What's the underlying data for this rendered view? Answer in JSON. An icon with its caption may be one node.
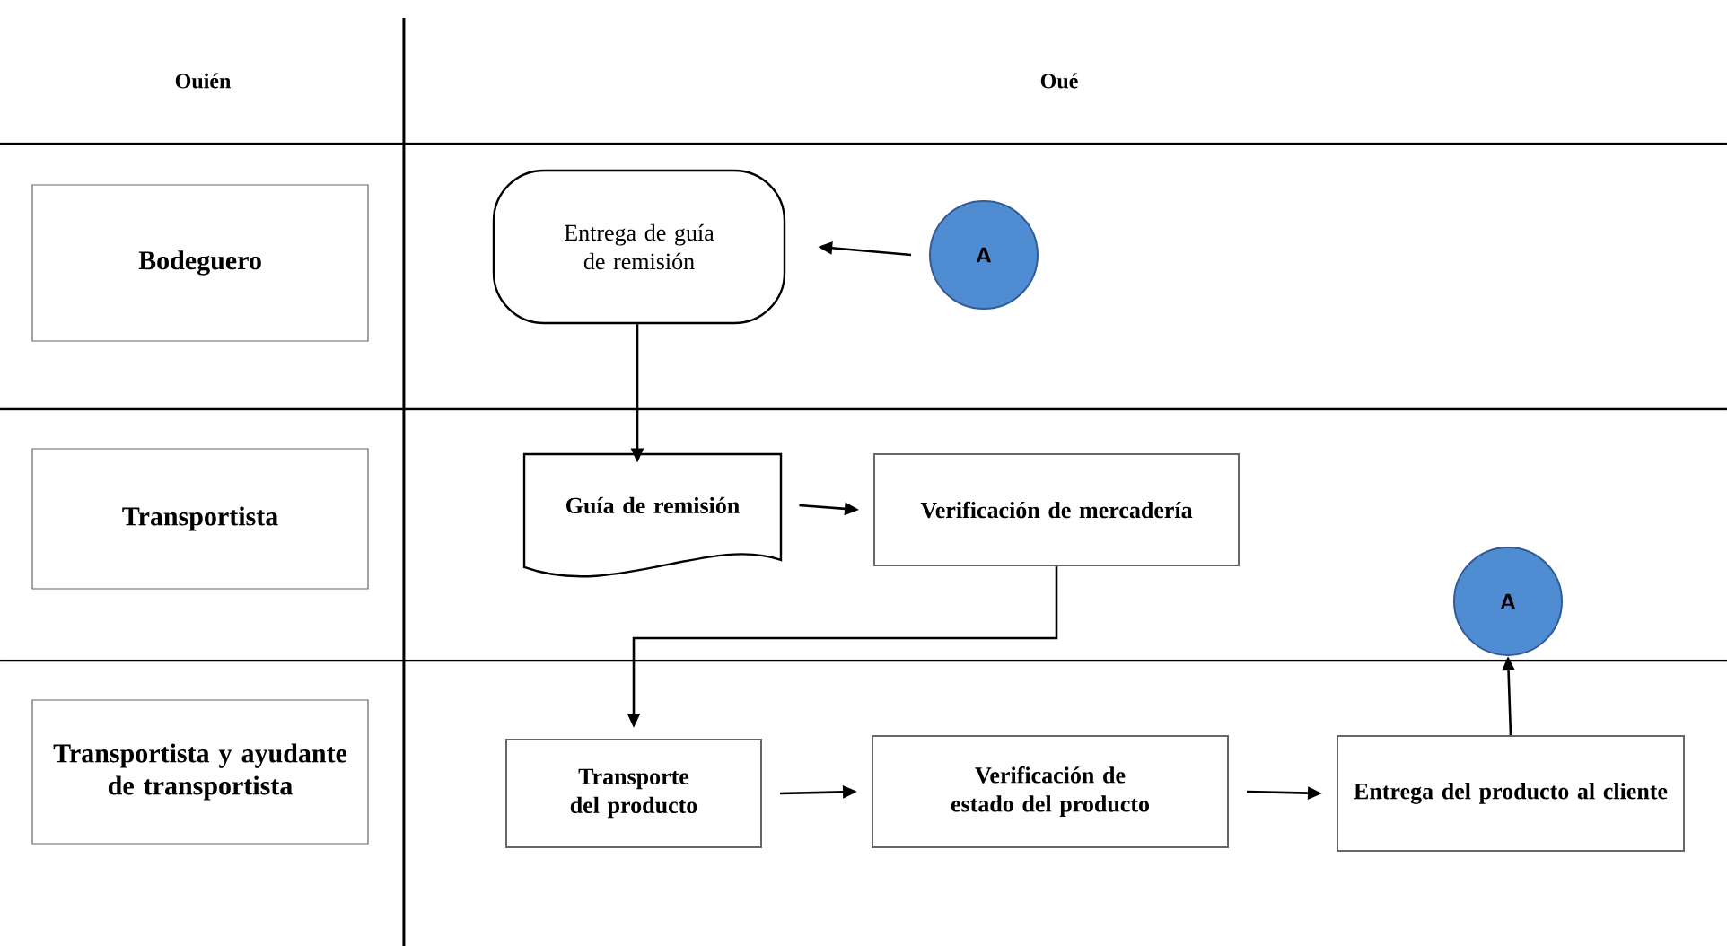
{
  "diagram": {
    "nodes": [
      {
        "text": [
          "Bodeguero"
        ]
      },
      {
        "text": [
          "Entrega de guía de remisión"
        ]
      },
      {
        "text": [
          "A"
        ]
      },
      {
        "text": [
          "Transportista"
        ]
      },
      {
        "text": [
          "Guía de remisión"
        ]
      },
      {
        "text": [
          "Verificación de mercadería"
        ]
      },
      {
        "text": [
          "A"
        ]
      },
      {
        "text": [
          "Transportista y ayudante de transportista"
        ]
      },
      {
        "text": [
          "Transporte del producto"
        ]
      },
      {
        "text": [
          "Verificación de estado del producto"
        ]
      },
      {
        "text": [
          "Entrega del producto al cliente"
        ]
      }
    ],
    "edges": [
      {
        "from": 2,
        "to": 1,
        "arrow": "to"
      },
      {
        "from": 1,
        "to": 4,
        "arrow": "to"
      },
      {
        "from": 4,
        "to": 5,
        "arrow": "to"
      },
      {
        "from": 5,
        "to": 8,
        "arrow": "to"
      },
      {
        "from": 8,
        "to": 9,
        "arrow": "to"
      },
      {
        "from": 9,
        "to": 10,
        "arrow": "to"
      },
      {
        "from": 10,
        "to": 6,
        "arrow": "to"
      }
    ],
    "labels": [
      "Ouién",
      "Oué"
    ]
  }
}
